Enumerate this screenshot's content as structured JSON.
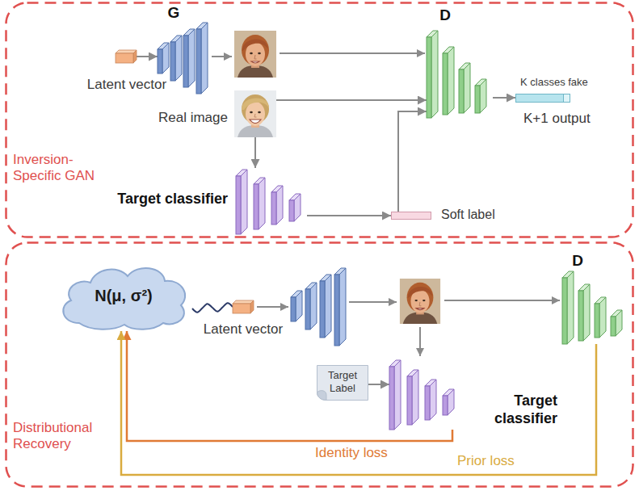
{
  "diagram": {
    "nodes": [
      {
        "text": [
          "Inversion-Specific GAN"
        ]
      },
      {
        "text": [
          "Latent vector"
        ],
        "in": 0
      },
      {
        "text": [
          "G"
        ],
        "in": 0
      },
      {
        "text": [
          "Real image"
        ],
        "in": 0
      },
      {
        "text": [
          "D"
        ],
        "in": 0
      },
      {
        "text": [
          "K classes fake",
          "K+1 output"
        ],
        "in": 0
      },
      {
        "text": [
          "Target classifier"
        ],
        "in": 0
      },
      {
        "text": [
          "Soft label"
        ],
        "in": 0
      },
      {
        "text": [
          "Distributional Recovery"
        ]
      },
      {
        "text": [
          "N(μ, σ²)"
        ],
        "in": 8
      },
      {
        "text": [
          "Latent vector"
        ],
        "in": 8
      },
      {
        "text": [
          "D"
        ],
        "in": 8
      },
      {
        "text": [
          "Target Label"
        ],
        "in": 8
      },
      {
        "text": [
          "Target classifier"
        ],
        "in": 8
      }
    ],
    "edges": [
      {
        "from": 1,
        "to": 2,
        "arrow": "to"
      },
      {
        "from": 3,
        "to": 4,
        "arrow": "to"
      },
      {
        "from": 3,
        "to": 6,
        "arrow": "to"
      },
      {
        "from": 6,
        "to": 7,
        "arrow": "to"
      },
      {
        "from": 7,
        "to": 4,
        "arrow": "to"
      },
      {
        "from": 4,
        "to": 5,
        "arrow": "to"
      },
      {
        "from": 9,
        "to": 10,
        "arrow": "none"
      },
      {
        "from": 12,
        "to": 13,
        "arrow": "to"
      },
      {
        "from": 13,
        "to": 9,
        "label": "Identity loss",
        "arrow": "to"
      },
      {
        "from": 11,
        "to": 9,
        "label": "Prior loss",
        "arrow": "to"
      }
    ]
  }
}
